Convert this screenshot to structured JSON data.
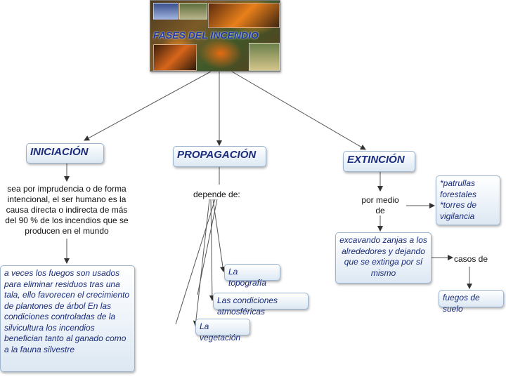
{
  "header": {
    "title": "FASES DEL INCENDIO"
  },
  "colors": {
    "box_text": "#1a2d7c",
    "box_border": "#9db4cf",
    "connector": "#444444"
  },
  "iniciacion": {
    "title": "INICIACIÓN",
    "cause_text": "sea por imprudencia o de forma intencional, el ser humano es la causa directa o indirecta de más del 90 % de los incendios que se producen en el mundo",
    "detail_text": "a veces los fuegos son usados para eliminar residuos tras una tala, ello favorecen el crecimiento de plantones de árbol En las condiciones controladas de la silvicultura los incendios benefician tanto al ganado como a la fauna silvestre"
  },
  "propagacion": {
    "title": "PROPAGACIÓN",
    "link_label": "depende de:",
    "factors": [
      "La topografía",
      "Las condiciones atmosféricas",
      "La vegetación"
    ]
  },
  "extincion": {
    "title": "EXTINCIÓN",
    "link_label": "por medio de",
    "methods_text": "*patrullas forestales *torres de vigilancia",
    "action_text": "excavando zanjas a los alrededores y dejando que se extinga por sí mismo",
    "cases_label": "casos de",
    "case_text": "fuegos de suelo"
  }
}
